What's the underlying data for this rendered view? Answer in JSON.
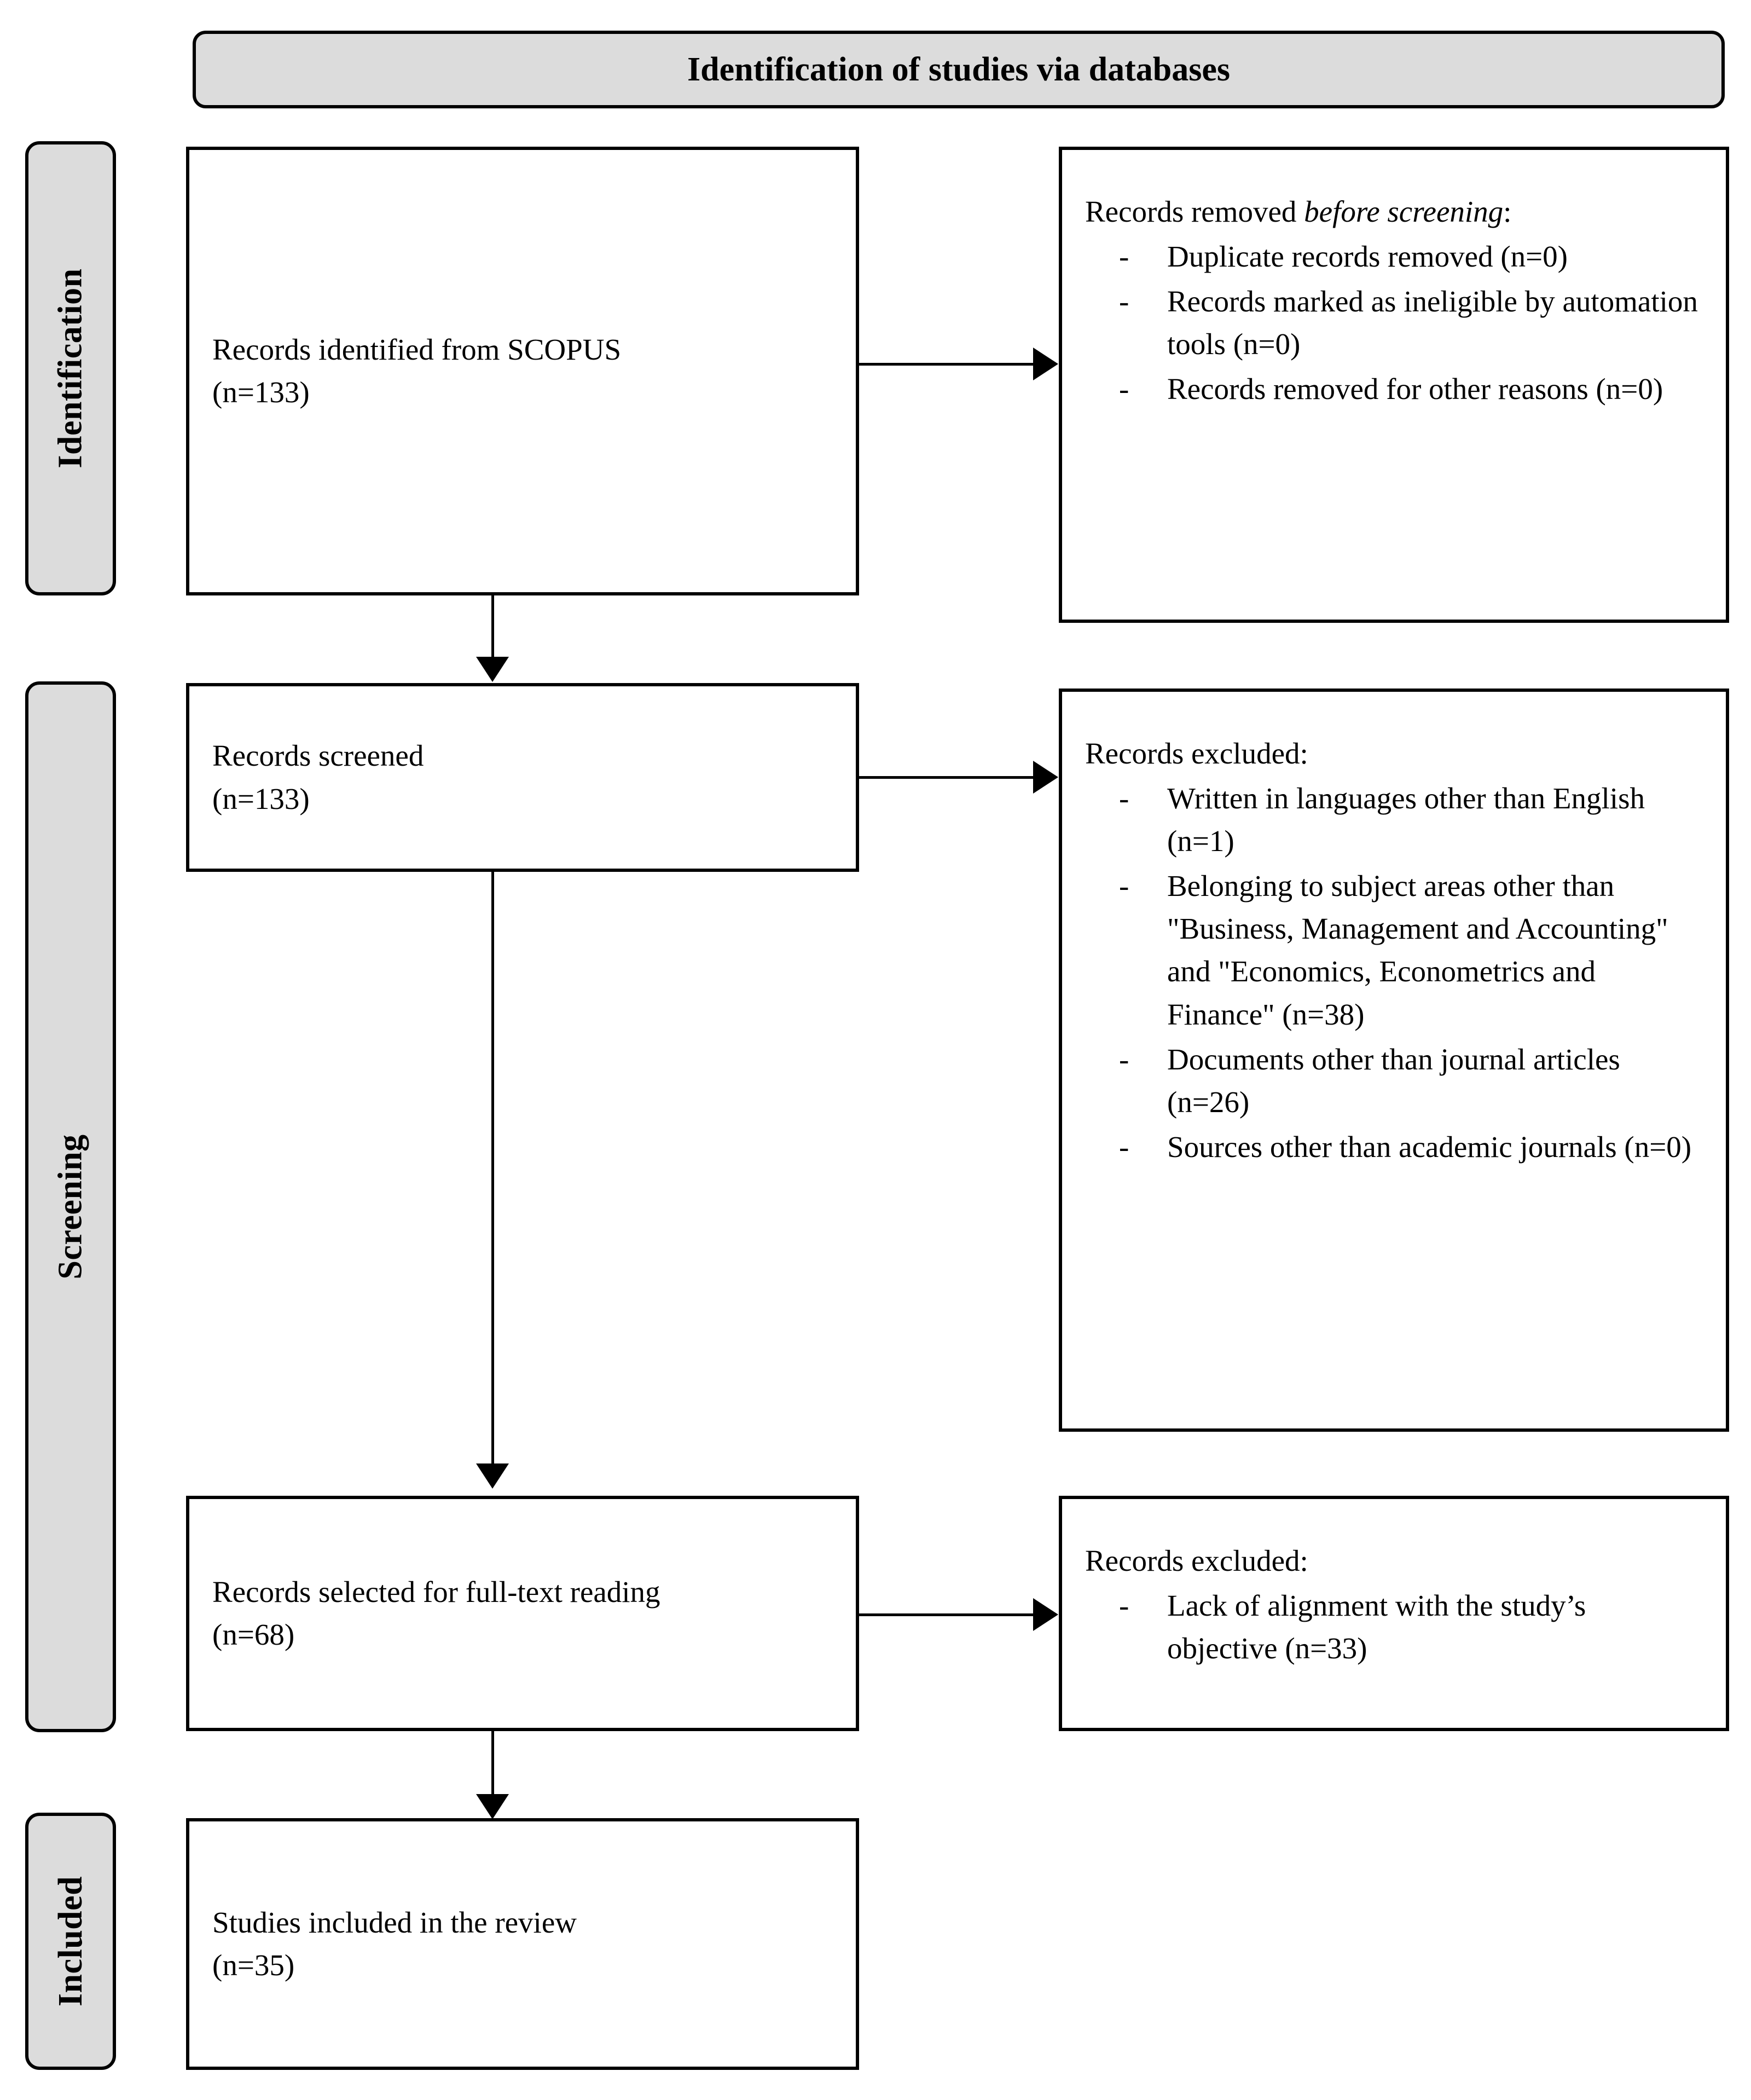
{
  "banner": {
    "title": "Identification of studies via databases"
  },
  "stages": [
    {
      "key": "identification",
      "label": "Identification"
    },
    {
      "key": "screening",
      "label": "Screening"
    },
    {
      "key": "included",
      "label": "Included"
    }
  ],
  "boxes": {
    "identified": {
      "line1": "Records identified from SCOPUS",
      "line2": "(n=133)"
    },
    "removed_before_screening": {
      "heading_prefix": "Records removed ",
      "heading_italic": "before screening",
      "heading_suffix": ":",
      "bullets": [
        "Duplicate records removed (n=0)",
        "Records marked as ineligible by automation tools (n=0)",
        "Records removed for other reasons (n=0)"
      ],
      "bullet_marker": "-"
    },
    "screened": {
      "line1": "Records screened",
      "line2": "(n=133)"
    },
    "excluded_screening": {
      "heading": "Records excluded:",
      "bullets": [
        "Written in languages other than English (n=1)",
        "Belonging to subject areas other than \"Business, Management and Accounting\" and \"Economics, Econometrics and Finance\" (n=38)",
        "Documents other than journal articles (n=26)",
        "Sources other than academic journals (n=0)"
      ],
      "bullet_marker": "-"
    },
    "fulltext": {
      "line1": "Records selected for full-text reading",
      "line2": "(n=68)"
    },
    "excluded_fulltext": {
      "heading": "Records excluded:",
      "bullets": [
        "Lack of alignment with the study’s objective (n=33)"
      ],
      "bullet_marker": "-"
    },
    "included_studies": {
      "line1": "Studies included in the review",
      "line2": "(n=35)"
    }
  },
  "chart_data": {
    "type": "diagram",
    "title": "Identification of studies via databases",
    "nodes": [
      {
        "id": "identified",
        "stage": "Identification",
        "label": "Records identified from SCOPUS",
        "n": 133
      },
      {
        "id": "removed_before_screening",
        "stage": "Identification",
        "label": "Records removed before screening",
        "items": [
          {
            "label": "Duplicate records removed",
            "n": 0
          },
          {
            "label": "Records marked as ineligible by automation tools",
            "n": 0
          },
          {
            "label": "Records removed for other reasons",
            "n": 0
          }
        ]
      },
      {
        "id": "screened",
        "stage": "Screening",
        "label": "Records screened",
        "n": 133
      },
      {
        "id": "excluded_screening",
        "stage": "Screening",
        "label": "Records excluded",
        "items": [
          {
            "label": "Written in languages other than English",
            "n": 1
          },
          {
            "label": "Belonging to subject areas other than \"Business, Management and Accounting\" and \"Economics, Econometrics and Finance\"",
            "n": 38
          },
          {
            "label": "Documents other than journal articles",
            "n": 26
          },
          {
            "label": "Sources other than academic journals",
            "n": 0
          }
        ]
      },
      {
        "id": "fulltext",
        "stage": "Screening",
        "label": "Records selected for full-text reading",
        "n": 68
      },
      {
        "id": "excluded_fulltext",
        "stage": "Screening",
        "label": "Records excluded",
        "items": [
          {
            "label": "Lack of alignment with the study’s objective",
            "n": 33
          }
        ]
      },
      {
        "id": "included_studies",
        "stage": "Included",
        "label": "Studies included in the review",
        "n": 35
      }
    ],
    "edges": [
      {
        "from": "identified",
        "to": "removed_before_screening",
        "direction": "right"
      },
      {
        "from": "identified",
        "to": "screened",
        "direction": "down"
      },
      {
        "from": "screened",
        "to": "excluded_screening",
        "direction": "right"
      },
      {
        "from": "screened",
        "to": "fulltext",
        "direction": "down"
      },
      {
        "from": "fulltext",
        "to": "excluded_fulltext",
        "direction": "right"
      },
      {
        "from": "fulltext",
        "to": "included_studies",
        "direction": "down"
      }
    ],
    "colors": {
      "box_fill": "#ffffff",
      "box_border": "#000000",
      "stage_fill": "#dcdcdc",
      "banner_fill": "#dcdcdc"
    }
  }
}
